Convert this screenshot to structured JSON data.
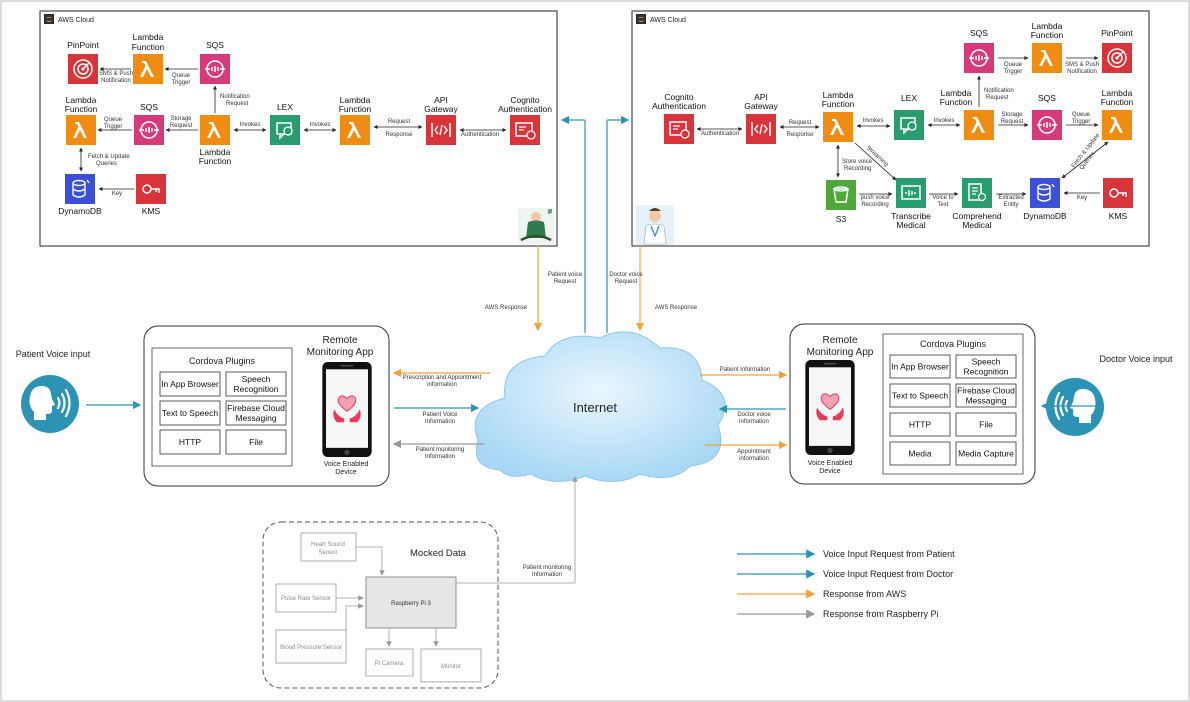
{
  "aws_left": {
    "cloud_label": "AWS Cloud",
    "pinpoint": "PinPoint",
    "lambda_top": [
      "Lambda",
      "Function"
    ],
    "sqs_top": "SQS",
    "lambda_left": [
      "Lambda",
      "Function"
    ],
    "sqs_mid": "SQS",
    "lambda_center": [
      "Lambda",
      "Function"
    ],
    "lex": "LEX",
    "lambda_right": [
      "Lambda",
      "Function"
    ],
    "api_gateway": [
      "API",
      "Gateway"
    ],
    "cognito": [
      "Cognito",
      "Authentication"
    ],
    "dynamodb": "DynamoDB",
    "kms": "KMS",
    "edges": {
      "sms_push": [
        "SMS & Push",
        "Notification"
      ],
      "queue_trigger_top": [
        "Queue",
        "Trigger"
      ],
      "notification_request": [
        "Notification",
        "Request"
      ],
      "queue_trigger_mid": [
        "Queue",
        "Trigger"
      ],
      "storage_request": [
        "Storage",
        "Request"
      ],
      "invokes_1": "Invokes",
      "invokes_2": "Invokes",
      "request": "Request",
      "response": "Response",
      "authentication": "Authentication",
      "fetch_update": [
        "Fetch & Update",
        "Queries"
      ],
      "key": "Key"
    }
  },
  "aws_right": {
    "cloud_label": "AWS Cloud",
    "cognito": [
      "Cognito",
      "Authentication"
    ],
    "api_gateway": [
      "API",
      "Gateway"
    ],
    "lambda_main": [
      "Lambda",
      "Function"
    ],
    "lex": "LEX",
    "lambda_center": [
      "Lambda",
      "Function"
    ],
    "sqs_top": "SQS",
    "lambda_top": [
      "Lambda",
      "Function"
    ],
    "pinpoint": "PinPoint",
    "sqs_mid": "SQS",
    "lambda_far": [
      "Lambda",
      "Function"
    ],
    "s3": "S3",
    "transcribe": [
      "Transcribe",
      "Medical"
    ],
    "comprehend": [
      "Comprehend",
      "Medical"
    ],
    "dynamodb": "DynamoDB",
    "kms": "KMS",
    "edges": {
      "authentication": "Authentication",
      "request": "Request",
      "response": "Response",
      "invokes_1": "Invokes",
      "invokes_2": "Invokes",
      "notification_request": [
        "Notification",
        "Request"
      ],
      "queue_trigger_top": [
        "Queue",
        "Trigger"
      ],
      "sms_push": [
        "SMS & Push",
        "Notification"
      ],
      "storage_request": [
        "Storage",
        "Request"
      ],
      "queue_trigger_mid": [
        "Queue",
        "Trigger"
      ],
      "streaming": "Streaming",
      "store_voice": [
        "Store voice",
        "Recording"
      ],
      "push_voice": [
        "push voice",
        "Recording"
      ],
      "voice_to_text": [
        "Voice to",
        "Text"
      ],
      "extracted_entity": [
        "Extracted",
        "Entity"
      ],
      "fetch_update": [
        "Fetch & Update",
        "Queries"
      ],
      "key": "Key"
    }
  },
  "links": {
    "patient_voice_request": [
      "Patient voice",
      "Request"
    ],
    "aws_response_left": "AWS Response",
    "doctor_voice_request": [
      "Doctor voice",
      "Request"
    ],
    "aws_response_right": "AWS Response",
    "prescription_info": [
      "Prescription and Appointment",
      "information"
    ],
    "patient_voice_info": [
      "Patient Voice",
      "Information"
    ],
    "patient_monitoring_info_left": [
      "Patient monitoring",
      "Information"
    ],
    "patient_information": "Patient Information",
    "doctor_voice_info": [
      "Doctor voice",
      "information"
    ],
    "appointment_info": [
      "Appointment",
      "information"
    ],
    "patient_monitoring_info_bottom": [
      "Patient monitoring",
      "Information"
    ]
  },
  "internet": "Internet",
  "patient_input": "Patient Voice input",
  "doctor_input": "Doctor Voice input",
  "patient_app": {
    "title": [
      "Remote",
      "Monitoring App"
    ],
    "device": [
      "Voice Enabled",
      "Device"
    ],
    "plugins_title": "Cordova Plugins",
    "plugins": [
      [
        "In App Browser"
      ],
      [
        "Speech",
        "Recognition"
      ],
      [
        "Text to Speech"
      ],
      [
        "Firebase Cloud",
        "Messaging"
      ],
      [
        "HTTP"
      ],
      [
        "File"
      ]
    ]
  },
  "doctor_app": {
    "title": [
      "Remote",
      "Monitoring App"
    ],
    "device": [
      "Voice Enabled",
      "Device"
    ],
    "plugins_title": "Cordova Plugins",
    "plugins": [
      [
        "In App Browser"
      ],
      [
        "Speech",
        "Recognition"
      ],
      [
        "Text to Speech"
      ],
      [
        "Firebase Cloud",
        "Messaging"
      ],
      [
        "HTTP"
      ],
      [
        "File"
      ],
      [
        "Media"
      ],
      [
        "Media Capture"
      ]
    ]
  },
  "mocked": {
    "title": "Mocked Data",
    "heart": [
      "Heart Sound",
      "Sensor"
    ],
    "pulse": "Pulse Rate Sensor",
    "bp": "Blood Pressure Sensor",
    "pi": "Raspberry Pi 3",
    "camera": "Pi Camera",
    "monitor": "Monitor"
  },
  "legend": [
    {
      "label": "Voice Input Request from Patient",
      "color": "#2d93b5"
    },
    {
      "label": "Voice Input Request from Doctor",
      "color": "#2d93b5"
    },
    {
      "label": "Response from AWS",
      "color": "#f0a23c"
    },
    {
      "label": "Response from Raspberry Pi",
      "color": "#9a9a9a"
    }
  ],
  "colors": {
    "blue": "#2d93b5",
    "orange": "#f0a23c",
    "gray": "#9a9a9a",
    "lambda": "#f08c12",
    "sqs": "#d63a7a",
    "pinpoint": "#d9343a",
    "lex": "#2a9d70",
    "dynamo": "#3c4fd8",
    "s3": "#4ea83a"
  }
}
